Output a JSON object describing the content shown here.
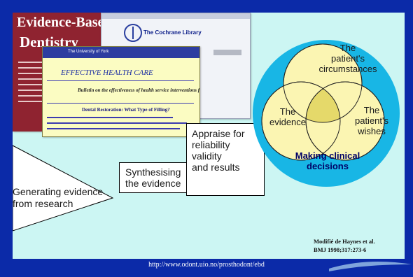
{
  "colors": {
    "frame": "#0b2aa8",
    "background": "#ccf6f3",
    "venn_disc": "#18b6e5",
    "circle_fill": "#fbf5b2",
    "overlap": "#e5d96a",
    "caption": "#000066"
  },
  "screenshots": {
    "ebd_journal": {
      "line1": "Evidence-Base",
      "line2": "Dentistry"
    },
    "cochrane": {
      "title": "The Cochrane Library",
      "logo_icon": "cochrane-logo-icon"
    },
    "ehc": {
      "header": "The University of York",
      "title": "EFFECTIVE HEALTH CARE",
      "bulletin": "Bulletin on the effectiveness of health service interventions for decision makers",
      "heading": "Dental Restoration: What Type of Filling?"
    }
  },
  "flow": {
    "generating": [
      "Generating evidence",
      "from research"
    ],
    "synthesising": [
      "Synthesising",
      "the evidence"
    ],
    "appraise": [
      "Appraise for",
      "reliability",
      "validity",
      "and results"
    ]
  },
  "venn": {
    "circumstances": [
      "The",
      "patient's",
      "circumstances"
    ],
    "evidence": [
      "The",
      "evidence"
    ],
    "wishes": [
      "The",
      "patient's",
      "wishes"
    ],
    "caption": [
      "Making clinical",
      "decisions"
    ]
  },
  "reference": [
    "Modifié de Haynes et al.",
    "BMJ 1998;317:273-6"
  ],
  "footer_url": "http://www.odont.uio.no/prosthodont/ebd"
}
